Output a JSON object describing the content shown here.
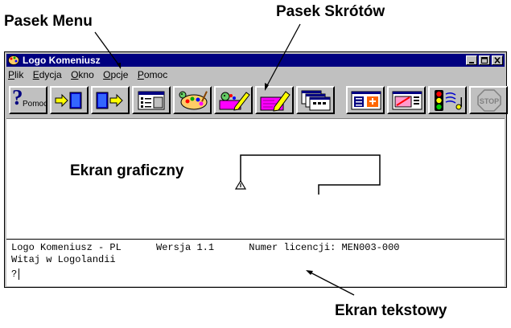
{
  "annotations": {
    "menu_bar": "Pasek Menu",
    "shortcut_bar": "Pasek Skrótów",
    "graphic_screen": "Ekran graficzny",
    "text_screen": "Ekran tekstowy"
  },
  "window": {
    "title": "Logo Komeniusz",
    "controls": [
      "minimize-icon",
      "maximize-icon",
      "close-icon"
    ]
  },
  "menu": {
    "items": [
      "Plik",
      "Edycja",
      "Okno",
      "Opcje",
      "Pomoc"
    ]
  },
  "toolbar": {
    "help_label": "Pomoc",
    "buttons": [
      "help",
      "load-file-arrow-icon",
      "save-file-arrow-icon",
      "procedures-list-icon",
      "turtle-palette-icon",
      "turtle-draw-icon",
      "pencil-edit-icon",
      "windows-stack-icon",
      "editor-window-icon",
      "graphic-window-icon",
      "traffic-light-music-icon",
      "stop-icon"
    ],
    "stop_label": "STOP"
  },
  "text_screen": {
    "line1": "Logo Komeniusz - PL      Wersja 1.1      Numer licencji: MEN003-000",
    "line2": "Witaj w Logolandii",
    "prompt": "?"
  },
  "colors": {
    "titlebar": "#000080",
    "window_face": "#c0c0c0",
    "highlight_magenta": "#ff00ff"
  }
}
